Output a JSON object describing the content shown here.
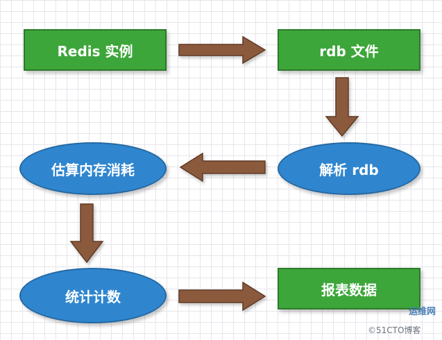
{
  "nodes": {
    "redis_instance": "Redis 实例",
    "rdb_file": "rdb 文件",
    "parse_rdb": "解析 rdb",
    "estimate_memory": "估算内存消耗",
    "statistics": "统计计数",
    "report_data": "报表数据"
  },
  "watermark": {
    "logo": "运维网",
    "text": "©51CTO博客"
  },
  "colors": {
    "box_fill": "#3da63a",
    "ellipse_fill": "#2f86cf",
    "arrow_fill": "#8b5a3c"
  }
}
